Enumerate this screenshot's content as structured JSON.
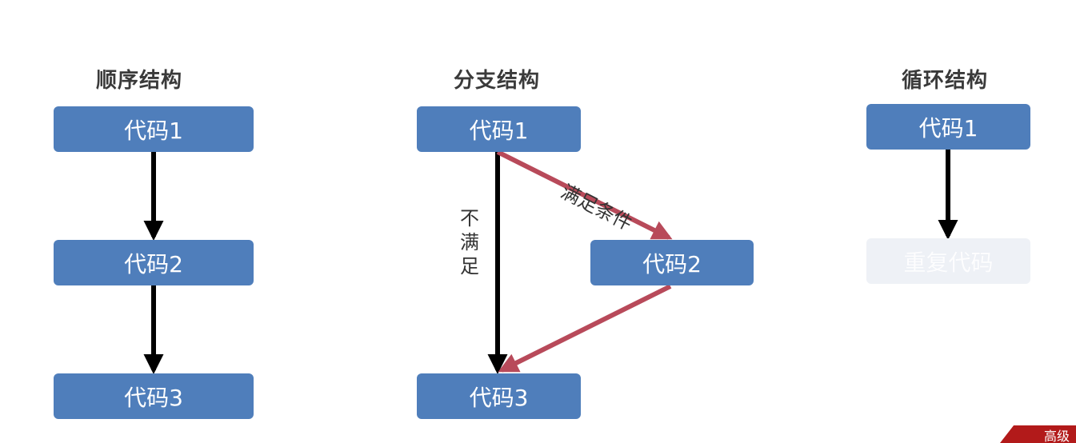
{
  "sequential": {
    "title": "顺序结构",
    "boxes": [
      "代码1",
      "代码2",
      "代码3"
    ]
  },
  "branch": {
    "title": "分支结构",
    "boxes": [
      "代码1",
      "代码2",
      "代码3"
    ],
    "label_true": "满足条件",
    "label_false": "不满足"
  },
  "loop": {
    "title": "循环结构",
    "box": "代码1",
    "repeat_box": "重复代码"
  },
  "corner_text": "高级",
  "colors": {
    "box": "#4f7ebb",
    "arrow_black": "#000000",
    "arrow_red": "#b84a5a"
  }
}
